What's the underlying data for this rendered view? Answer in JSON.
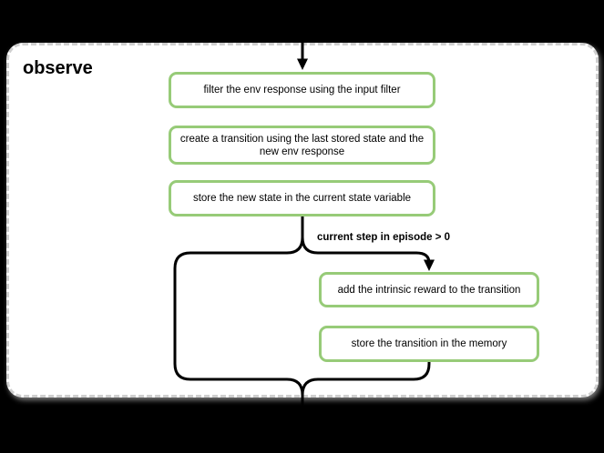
{
  "diagram": {
    "title": "observe",
    "steps": [
      {
        "id": "filter-env-response",
        "label": "filter the env response using the input filter"
      },
      {
        "id": "create-transition",
        "label": "create a transition using the last stored state and the new env response"
      },
      {
        "id": "store-new-state",
        "label": "store the new state in the current state variable"
      },
      {
        "id": "add-intrinsic-reward",
        "label": "add the intrinsic reward to the transition"
      },
      {
        "id": "store-transition",
        "label": "store the transition in the memory"
      }
    ],
    "condition": {
      "label": "current step in episode > 0"
    },
    "colors": {
      "page_background": "#000000",
      "container_fill": "#ffffff",
      "container_border": "#cfcfcf",
      "step_border": "#97cb78",
      "step_fill": "#ffffff",
      "connector": "#000000",
      "text": "#000000"
    }
  }
}
